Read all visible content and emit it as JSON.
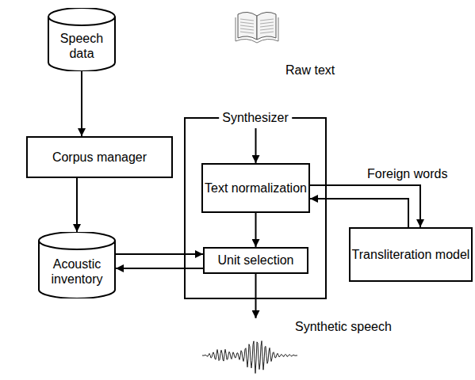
{
  "diagram": {
    "nodes": [
      {
        "text": [
          "Speech data"
        ]
      },
      {
        "text": [
          "Synthesizer"
        ]
      },
      {
        "text": [
          "Text normalization"
        ],
        "in": 1
      },
      {
        "text": [
          "Corpus manager"
        ]
      },
      {
        "text": [
          "Transliteration model"
        ]
      },
      {
        "text": [
          "Acoustic inventory"
        ]
      },
      {
        "text": [
          "Unit selection"
        ],
        "in": 1
      }
    ],
    "edges": [
      {
        "from": 0,
        "to": 3,
        "arrow": "to"
      },
      {
        "from": 3,
        "to": 5,
        "arrow": "to"
      },
      {
        "from": 2,
        "to": 6,
        "arrow": "to"
      },
      {
        "from": 5,
        "to": 6,
        "arrow": "to"
      },
      {
        "from": 6,
        "to": 5,
        "arrow": "to"
      },
      {
        "from": 2,
        "to": 4,
        "label": "Foreign words",
        "arrow": "to"
      },
      {
        "from": 4,
        "to": 2,
        "arrow": "to"
      }
    ],
    "labels": [
      "Raw text",
      "Synthetic speech"
    ]
  }
}
